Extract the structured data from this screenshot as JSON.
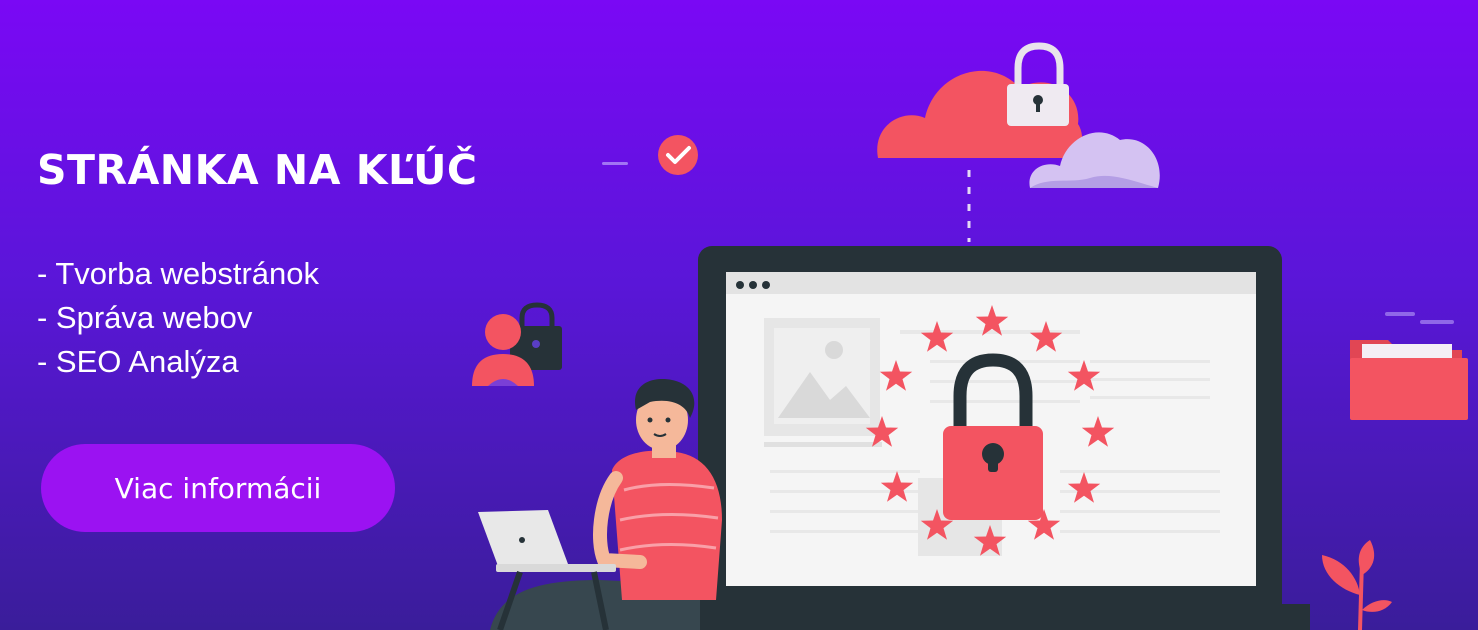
{
  "hero": {
    "title": "STRÁNKA NA KĽÚČ",
    "services": [
      "- Tvorba webstránok",
      "- Správa webov",
      "- SEO Analýza"
    ],
    "cta_label": "Viac informácii"
  },
  "colors": {
    "background_top": "#7a08f5",
    "background_bottom": "#3a1d9a",
    "button": "#9b12f2",
    "accent_red": "#f35461",
    "dark_ink": "#263238"
  },
  "illustration": {
    "icons": [
      "cloud-lock-icon",
      "check-badge-icon",
      "user-lock-icon",
      "folder-icon",
      "padlock-icon",
      "star-icon",
      "plant-icon"
    ]
  }
}
